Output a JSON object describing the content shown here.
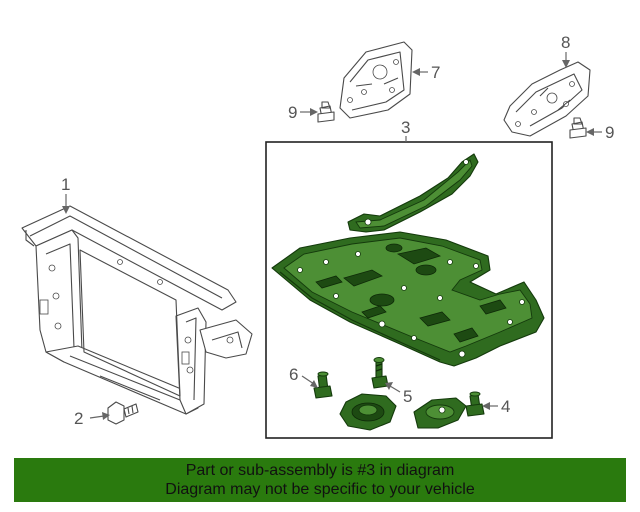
{
  "callouts": {
    "c1": "1",
    "c2": "2",
    "c3": "3",
    "c4": "4",
    "c5": "5",
    "c6": "6",
    "c7": "7",
    "c8": "8",
    "c9a": "9",
    "c9b": "9"
  },
  "banner": {
    "line1": "Part or sub-assembly is #3 in diagram",
    "line2": "Diagram may not be specific to your vehicle"
  },
  "colors": {
    "highlight_part": "#2f6b1f",
    "banner_background": "#2a7a0e"
  }
}
